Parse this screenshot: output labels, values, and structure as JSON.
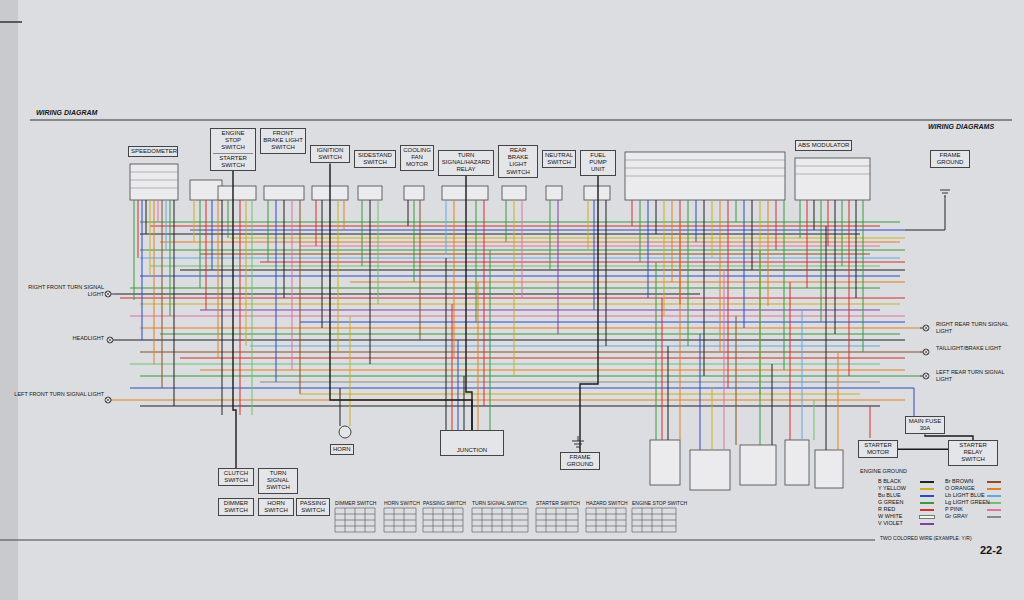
{
  "diagram": {
    "title": "WIRING DIAGRAM",
    "nodes": [
      {
        "text": [
          "SPEEDOMETER"
        ]
      },
      {
        "text": [
          "ENGINE STOP SWITCH",
          "STARTER SWITCH"
        ]
      },
      {
        "text": [
          "FRONT BRAKE LIGHT SWITCH"
        ]
      },
      {
        "text": [
          "IGNITION SWITCH"
        ]
      },
      {
        "text": [
          "SIDESTAND SWITCH"
        ]
      },
      {
        "text": [
          "COOLING FAN MOTOR"
        ]
      },
      {
        "text": [
          "TURN SIGNAL/HAZARD RELAY"
        ]
      },
      {
        "text": [
          "REAR BRAKE LIGHT SWITCH"
        ]
      },
      {
        "text": [
          "NEUTRAL SWITCH"
        ]
      },
      {
        "text": [
          "FUEL PUMP UNIT"
        ]
      },
      {
        "text": [
          "ABS MODULATOR"
        ]
      },
      {
        "text": [
          "FRAME GROUND"
        ]
      },
      {
        "text": [
          "HORN"
        ]
      },
      {
        "text": [
          "JUNCTION"
        ]
      },
      {
        "text": [
          "FRAME GROUND"
        ]
      },
      {
        "text": [
          "CLUTCH SWITCH"
        ]
      },
      {
        "text": [
          "STARTER MOTOR"
        ]
      },
      {
        "text": [
          "MAIN FUSE 30A"
        ]
      },
      {
        "text": [
          "STARTER RELAY SWITCH"
        ]
      },
      {
        "text": [
          "TURN SIGNAL SWITCH"
        ]
      },
      {
        "text": [
          "DIMMER SWITCH"
        ]
      },
      {
        "text": [
          "HORN SWITCH"
        ]
      },
      {
        "text": [
          "PASSING SWITCH"
        ]
      }
    ],
    "edges": [
      {
        "from": 3,
        "to": 13,
        "arrow": "none"
      },
      {
        "from": 6,
        "to": 13,
        "arrow": "none"
      },
      {
        "from": 9,
        "to": 14,
        "arrow": "none"
      },
      {
        "from": 1,
        "to": 15,
        "arrow": "none"
      },
      {
        "from": 18,
        "to": 16,
        "arrow": "none"
      },
      {
        "from": 17,
        "to": 18,
        "arrow": "none"
      }
    ],
    "labels": [
      "WIRING DIAGRAMS",
      "RIGHT FRONT TURN SIGNAL LIGHT",
      "HEADLIGHT",
      "LEFT FRONT TURN SIGNAL LIGHT",
      "RIGHT REAR TURN SIGNAL LIGHT",
      "TAILLIGHT/BRAKE LIGHT",
      "LEFT REAR TURN SIGNAL LIGHT",
      "DIMMER SWITCH",
      "HORN SWITCH",
      "PASSING SWITCH",
      "TURN SIGNAL SWITCH",
      "STARTER SWITCH",
      "HAZARD SWITCH",
      "ENGINE STOP SWITCH",
      "ENGINE GROUND",
      "TWO COLORED WIRE (EXAMPLE: Y/R)",
      "22-2"
    ],
    "legend": [
      {
        "text": "B BLACK",
        "color": "#222222"
      },
      {
        "text": "Y YELLOW",
        "color": "#c8b020"
      },
      {
        "text": "Bu BLUE",
        "color": "#2a4cc0"
      },
      {
        "text": "G GREEN",
        "color": "#3a9a3a"
      },
      {
        "text": "R RED",
        "color": "#d23030"
      },
      {
        "text": "W WHITE",
        "color": "#f4f4f4"
      },
      {
        "text": "V VIOLET",
        "color": "#8040a0"
      },
      {
        "text": "Br BROWN",
        "color": "#8a5020"
      },
      {
        "text": "O ORANGE",
        "color": "#e08020"
      },
      {
        "text": "Lb LIGHT BLUE",
        "color": "#60a8e0"
      },
      {
        "text": "Lg LIGHT GREEN",
        "color": "#70c070"
      },
      {
        "text": "P PINK",
        "color": "#e070a0"
      },
      {
        "text": "Gr GRAY",
        "color": "#888888"
      }
    ]
  }
}
